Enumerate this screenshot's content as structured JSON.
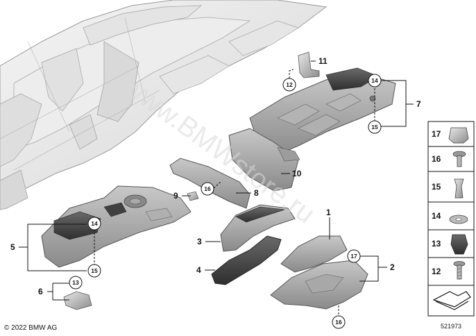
{
  "watermark": "www.BMWstore.ru",
  "copyright": "© 2022 BMW AG",
  "diagram_number": "521973",
  "callouts": [
    "1",
    "2",
    "3",
    "4",
    "5",
    "6",
    "7",
    "8",
    "9",
    "10",
    "11",
    "12",
    "13",
    "14",
    "15",
    "16",
    "17"
  ],
  "circled_callouts": {
    "c12": "12",
    "c14a": "14",
    "c15a": "15",
    "c16a": "16",
    "c14b": "14",
    "c15b": "15",
    "c13": "13",
    "c17": "17",
    "c16b": "16"
  },
  "sidebar_parts": [
    "17",
    "16",
    "15",
    "14",
    "13",
    "12"
  ]
}
